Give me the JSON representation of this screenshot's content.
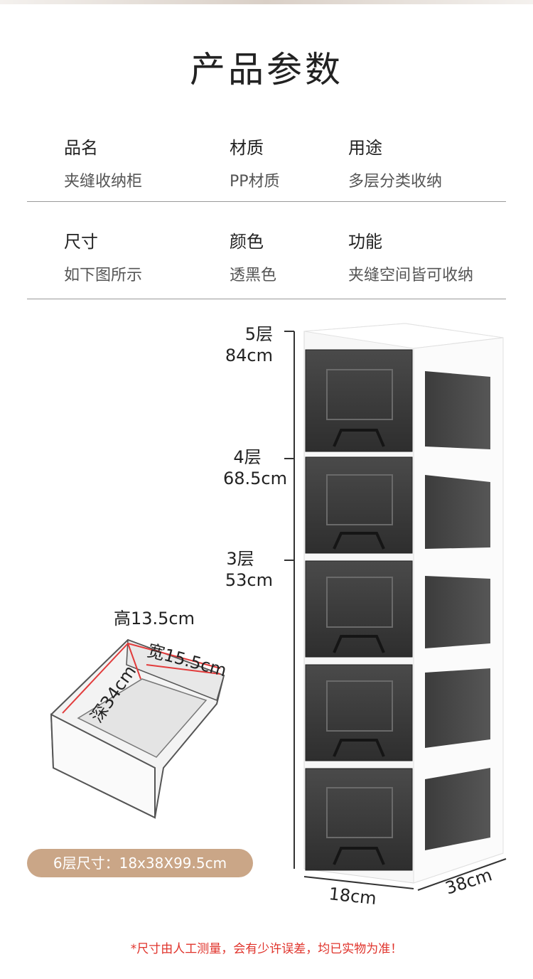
{
  "title": "产品参数",
  "specs": [
    {
      "key": "品名",
      "value": "夹缝收纳柜"
    },
    {
      "key": "材质",
      "value": "PP材质"
    },
    {
      "key": "用途",
      "value": "多层分类收纳"
    },
    {
      "key": "尺寸",
      "value": "如下图所示"
    },
    {
      "key": "颜色",
      "value": "透黑色"
    },
    {
      "key": "功能",
      "value": "夹缝空间皆可收纳"
    }
  ],
  "heights": [
    {
      "layers": "5层",
      "height": "84cm"
    },
    {
      "layers": "4层",
      "height": "68.5cm"
    },
    {
      "layers": "3层",
      "height": "53cm"
    }
  ],
  "drawer": {
    "height": "高13.5cm",
    "width": "宽15.5cm",
    "depth": "深34cm"
  },
  "cabinet": {
    "width": "18cm",
    "depth": "38cm"
  },
  "size_badge": "6层尺寸：18x38X99.5cm",
  "note": "*尺寸由人工测量，会有少许误差，均已实物为准！"
}
